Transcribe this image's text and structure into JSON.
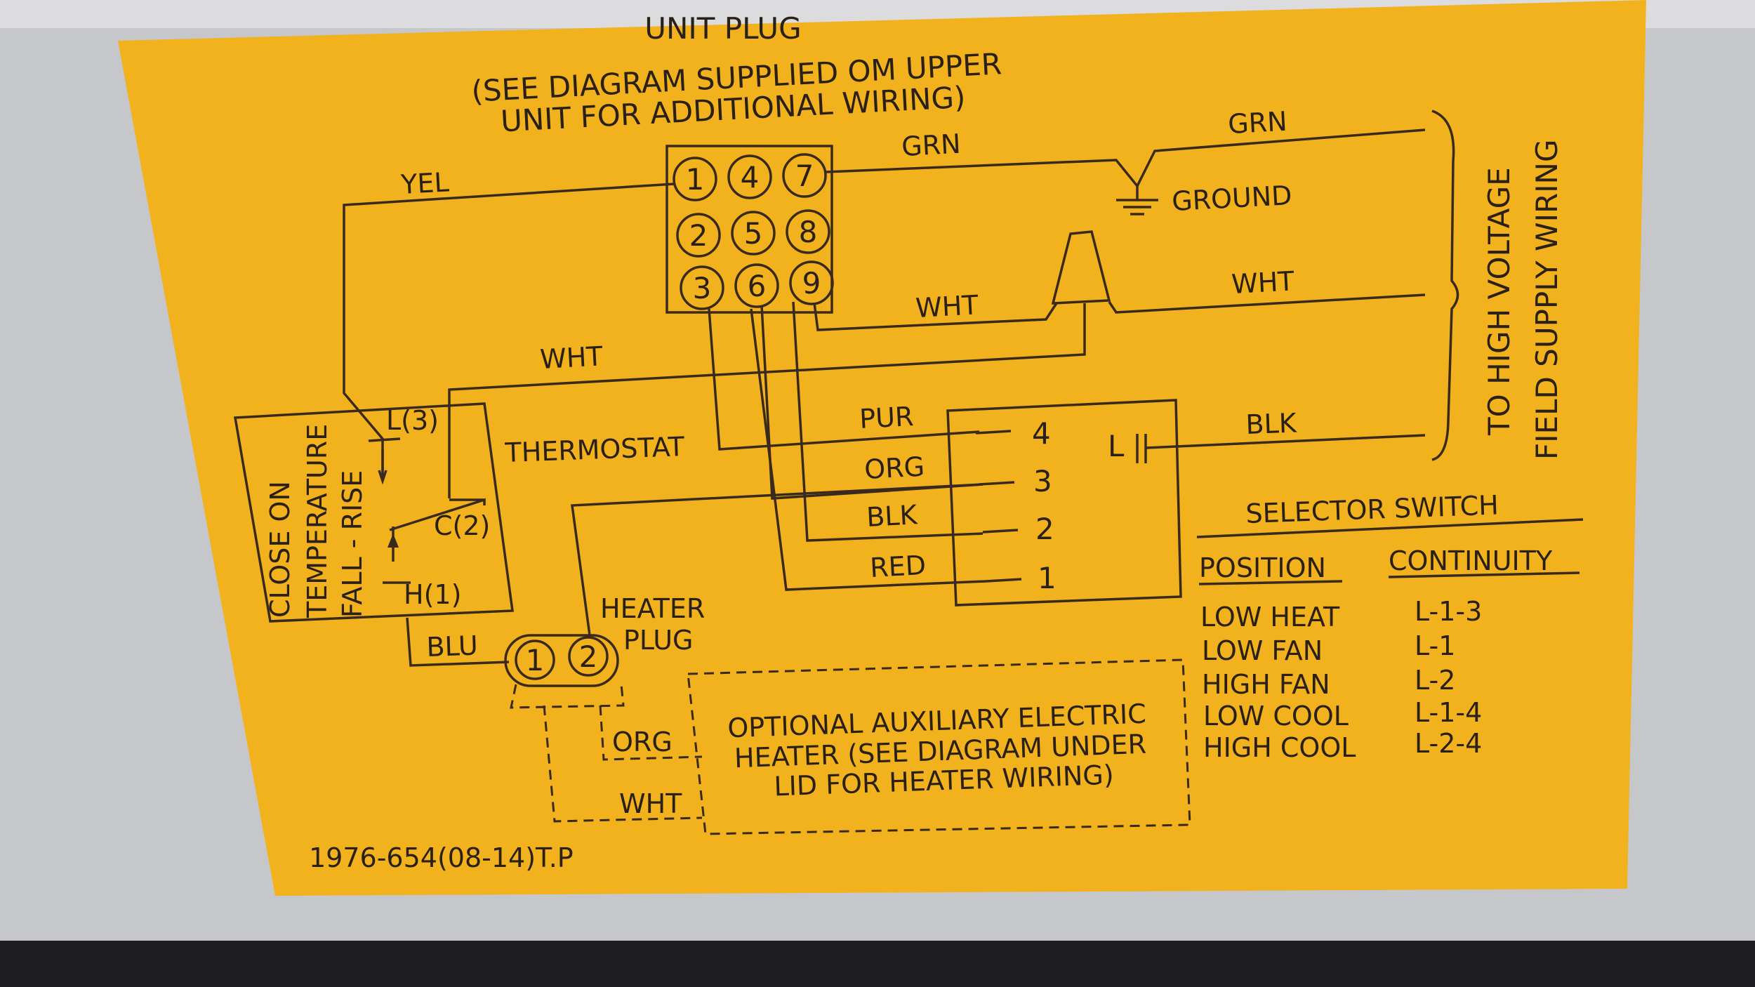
{
  "label": {
    "title": [
      "UNIT PLUG",
      "(SEE DIAGRAM SUPPLIED OM UPPER",
      "UNIT FOR ADDITIONAL WIRING)"
    ],
    "unit_plug_pins": [
      "1",
      "4",
      "7",
      "2",
      "5",
      "8",
      "3",
      "6",
      "9"
    ],
    "wires": {
      "yel": "YEL",
      "grn_top": "GRN",
      "grn_right": "GRN",
      "ground": "GROUND",
      "wht_mid": "WHT",
      "wht_right": "WHT",
      "wht_left": "WHT",
      "pur": "PUR",
      "org": "ORG",
      "blk_switch": "BLK",
      "red": "RED",
      "blk_right": "BLK",
      "blu": "BLU",
      "org_aux": "ORG",
      "wht_aux": "WHT"
    },
    "thermostat": {
      "label": "THERMOSTAT",
      "side_text": [
        "CLOSE ON",
        "TEMPERATURE",
        "FALL  -  RISE"
      ],
      "terminal_l": "L(3)",
      "terminal_c": "C(2)",
      "terminal_h": "H(1)"
    },
    "switch_terminals": [
      "4",
      "3",
      "2",
      "1"
    ],
    "switch_l": "L",
    "heater_plug": {
      "label": [
        "HEATER",
        "PLUG"
      ],
      "pins": [
        "1",
        "2"
      ]
    },
    "aux_heater": [
      "OPTIONAL AUXILIARY ELECTRIC",
      "HEATER (SEE DIAGRAM UNDER",
      "LID FOR HEATER WIRING)"
    ],
    "high_voltage": [
      "TO HIGH VOLTAGE",
      "FIELD SUPPLY WIRING"
    ],
    "selector_switch": {
      "title": "SELECTOR SWITCH",
      "headers": [
        "POSITION",
        "CONTINUITY"
      ],
      "rows": [
        {
          "position": "LOW HEAT",
          "continuity": "L-1-3"
        },
        {
          "position": "LOW FAN",
          "continuity": "L-1"
        },
        {
          "position": "HIGH FAN",
          "continuity": "L-2"
        },
        {
          "position": "LOW COOL",
          "continuity": "L-1-4"
        },
        {
          "position": "HIGH COOL",
          "continuity": "L-2-4"
        }
      ]
    },
    "part_number": "1976-654(08-14)T.P"
  },
  "colors": {
    "label_yellow": "#f2b21d",
    "wire": "#3a2a1e",
    "background": "#c9c9cc"
  }
}
